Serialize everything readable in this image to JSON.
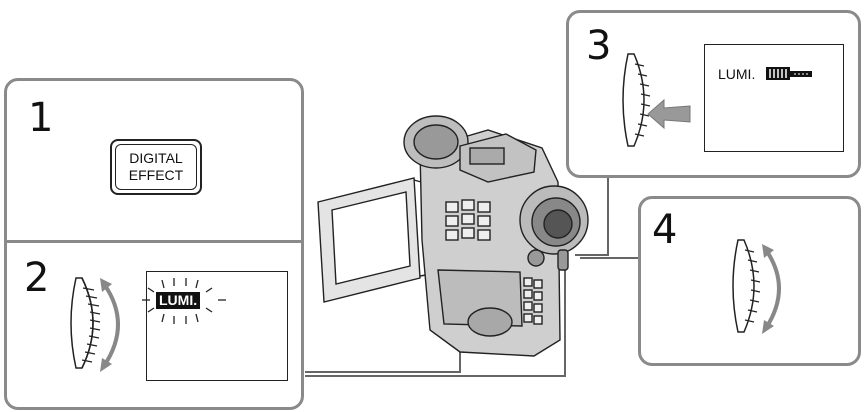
{
  "steps": [
    {
      "number": "1",
      "button_lines": [
        "DIGITAL",
        "EFFECT"
      ]
    },
    {
      "number": "2",
      "screen_label": "LUMI."
    },
    {
      "number": "3",
      "screen_label": "LUMI."
    },
    {
      "number": "4"
    }
  ],
  "icons": [
    "camcorder-illustration",
    "dial-icon",
    "press-arrow-icon",
    "rotate-arrow-icon",
    "blink-rays-icon",
    "level-bar-icon"
  ],
  "colors": {
    "panel_border": "#8a8a8a",
    "line": "#222222",
    "highlight": "#111111"
  }
}
